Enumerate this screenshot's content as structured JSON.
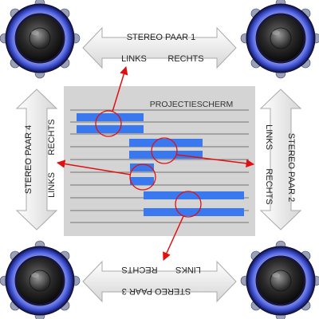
{
  "screen": {
    "title": "PROJECTIESCHERM"
  },
  "pairs": {
    "top": {
      "name": "STEREO PAAR 1",
      "left": "LINKS",
      "right": "RECHTS"
    },
    "right": {
      "name": "STEREO PAAR 2",
      "left": "LINKS",
      "right": "RECHTS"
    },
    "bottom": {
      "name": "STEREO PAAR 3",
      "left": "LINKS",
      "right": "RECHTS"
    },
    "left": {
      "name": "STEREO PAAR 4",
      "left": "LINKS",
      "right": "RECHTS"
    }
  },
  "speakers": [
    "top-left",
    "top-right",
    "bottom-left",
    "bottom-right"
  ],
  "colors": {
    "bar": "#3a78ef",
    "arrow": "#e01010",
    "screen": "#d4d4d4",
    "line": "#555555",
    "speaker_ring": "#3a48c8",
    "double_arrow": "#e8e8e8"
  }
}
